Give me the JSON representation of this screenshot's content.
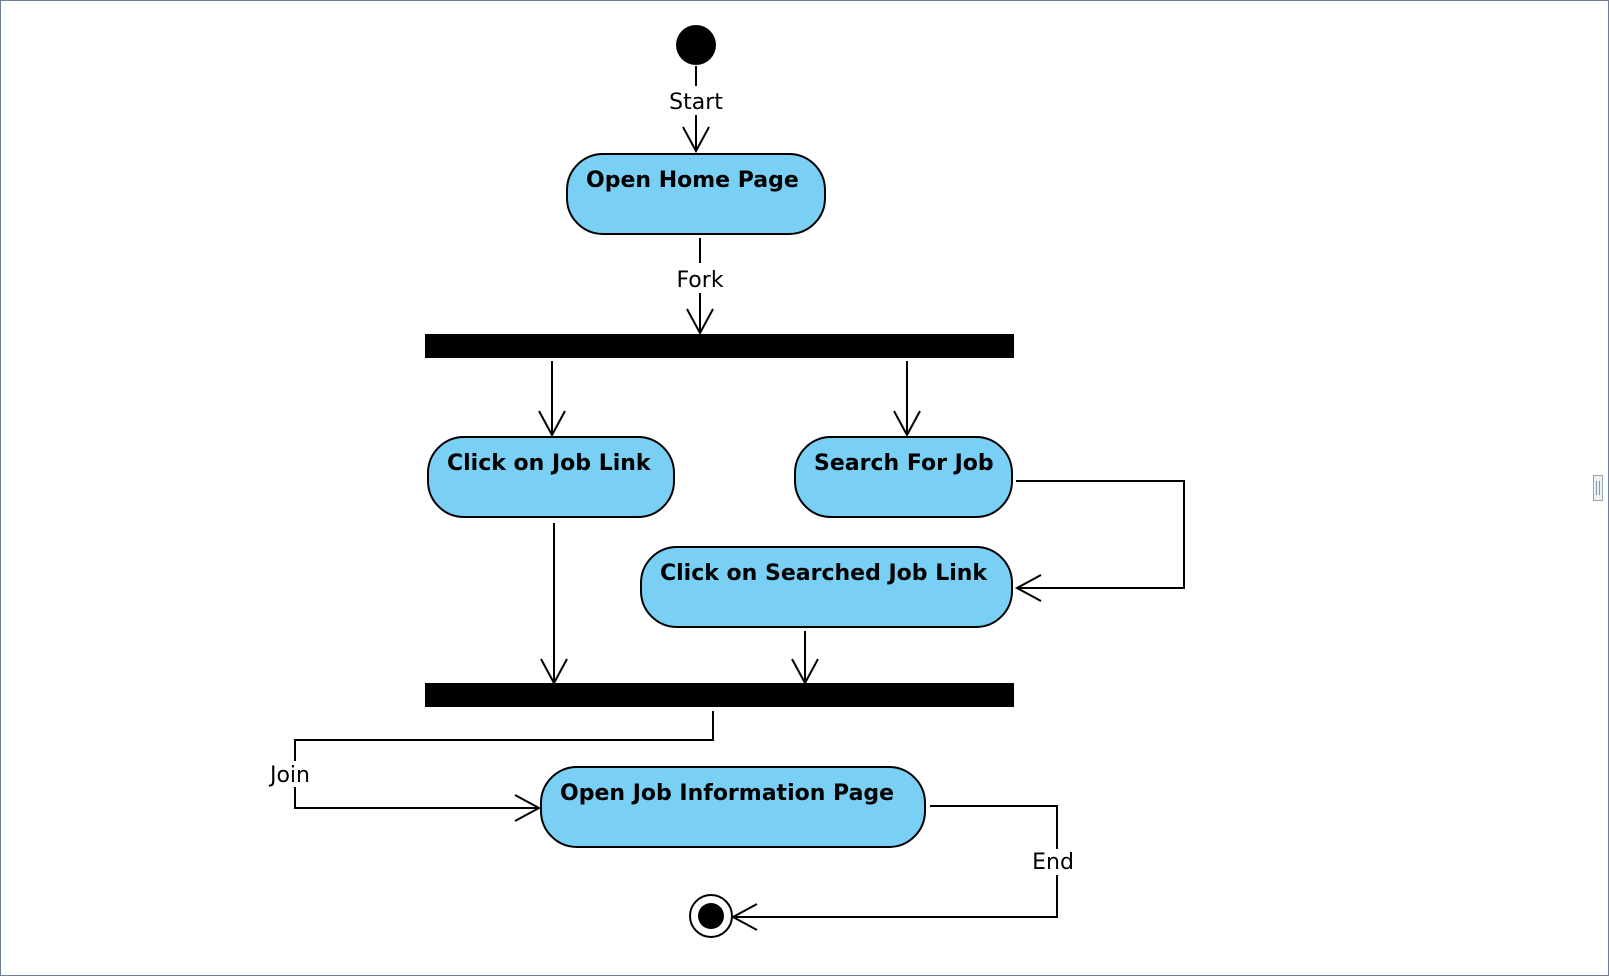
{
  "diagram": {
    "nodes": {
      "open_home_page": "Open Home Page",
      "click_job_link": "Click on Job Link",
      "search_for_job": "Search For Job",
      "click_searched_job_link": "Click on Searched Job Link",
      "open_job_info_page": "Open Job Information Page"
    },
    "edge_labels": {
      "start": "Start",
      "fork": "Fork",
      "join": "Join",
      "end": "End"
    },
    "colors": {
      "activity_fill": "#7acff5",
      "stroke": "#000000",
      "frame_border": "#6e7f95"
    }
  }
}
